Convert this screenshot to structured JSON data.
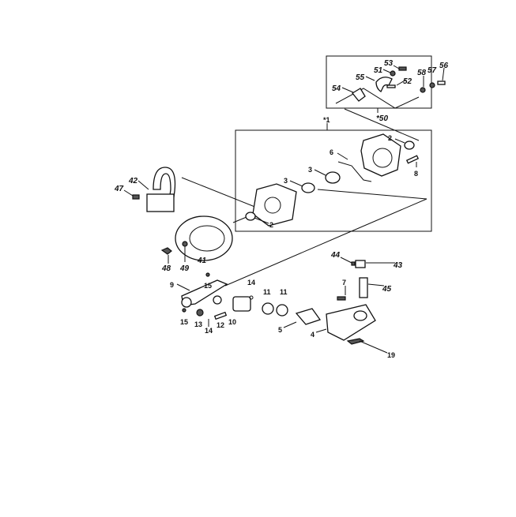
{
  "diagram": {
    "type": "exploded-parts-diagram",
    "assemblies": {
      "sub_assembly": "*50",
      "crankcase_assembly": "*1"
    },
    "labels": [
      "53",
      "51",
      "55",
      "52",
      "54",
      "58",
      "57",
      "56",
      "*50",
      "*1",
      "2",
      "6",
      "8",
      "3",
      "3",
      "2",
      "42",
      "47",
      "48",
      "49",
      "41",
      "44",
      "43",
      "9",
      "15",
      "14",
      "11",
      "11",
      "7",
      "45",
      "10",
      "12",
      "14",
      "13",
      "15",
      "5",
      "4",
      "19"
    ]
  }
}
